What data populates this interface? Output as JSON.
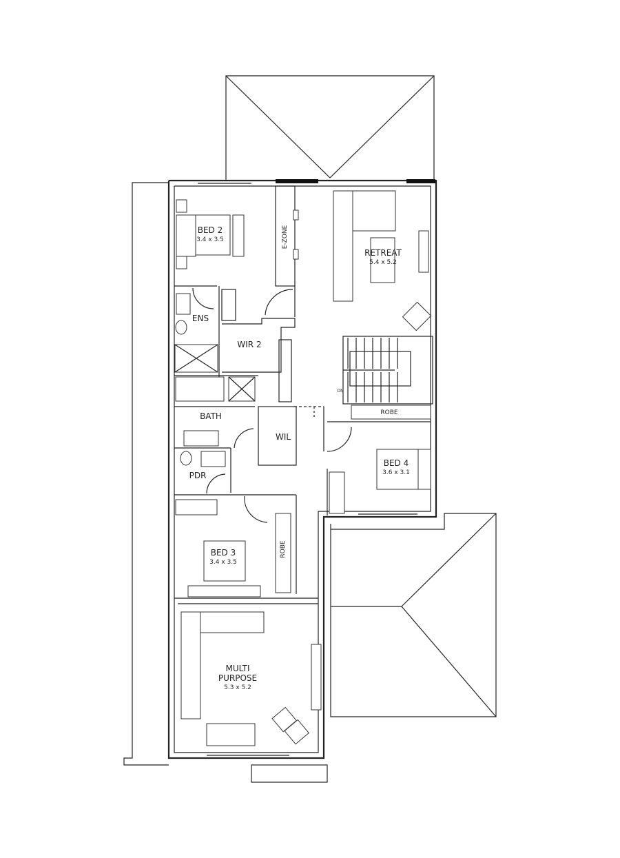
{
  "rooms": [
    {
      "name": "BED 2",
      "size": "3.4 x 3.5"
    },
    {
      "name": "RETREAT",
      "size": "5.4 x 5.2"
    },
    {
      "name": "BED 4",
      "size": "3.6 x 3.1"
    },
    {
      "name": "BED 3",
      "size": "3.4 x 3.5"
    },
    {
      "name": "MULTI PURPOSE",
      "size": "5.3 x 5.2"
    }
  ],
  "labels": {
    "ens": "ENS",
    "wir2": "WIR 2",
    "ezone": "E-ZONE",
    "bath": "BATH",
    "wil": "WIL",
    "pdr": "PDR",
    "robe_bed4": "ROBE",
    "robe_bed3": "ROBE",
    "stairs_dn": "DN"
  },
  "colors": {
    "line": "#222222",
    "background": "#ffffff"
  }
}
